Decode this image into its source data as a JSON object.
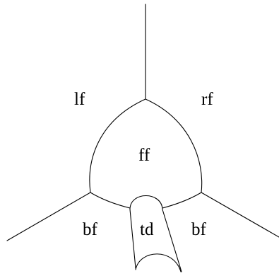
{
  "labels": {
    "left_face": "lf",
    "right_face": "rf",
    "front_face": "ff",
    "bottom_face_left": "bf",
    "tube": "td",
    "bottom_face_right": "bf"
  }
}
